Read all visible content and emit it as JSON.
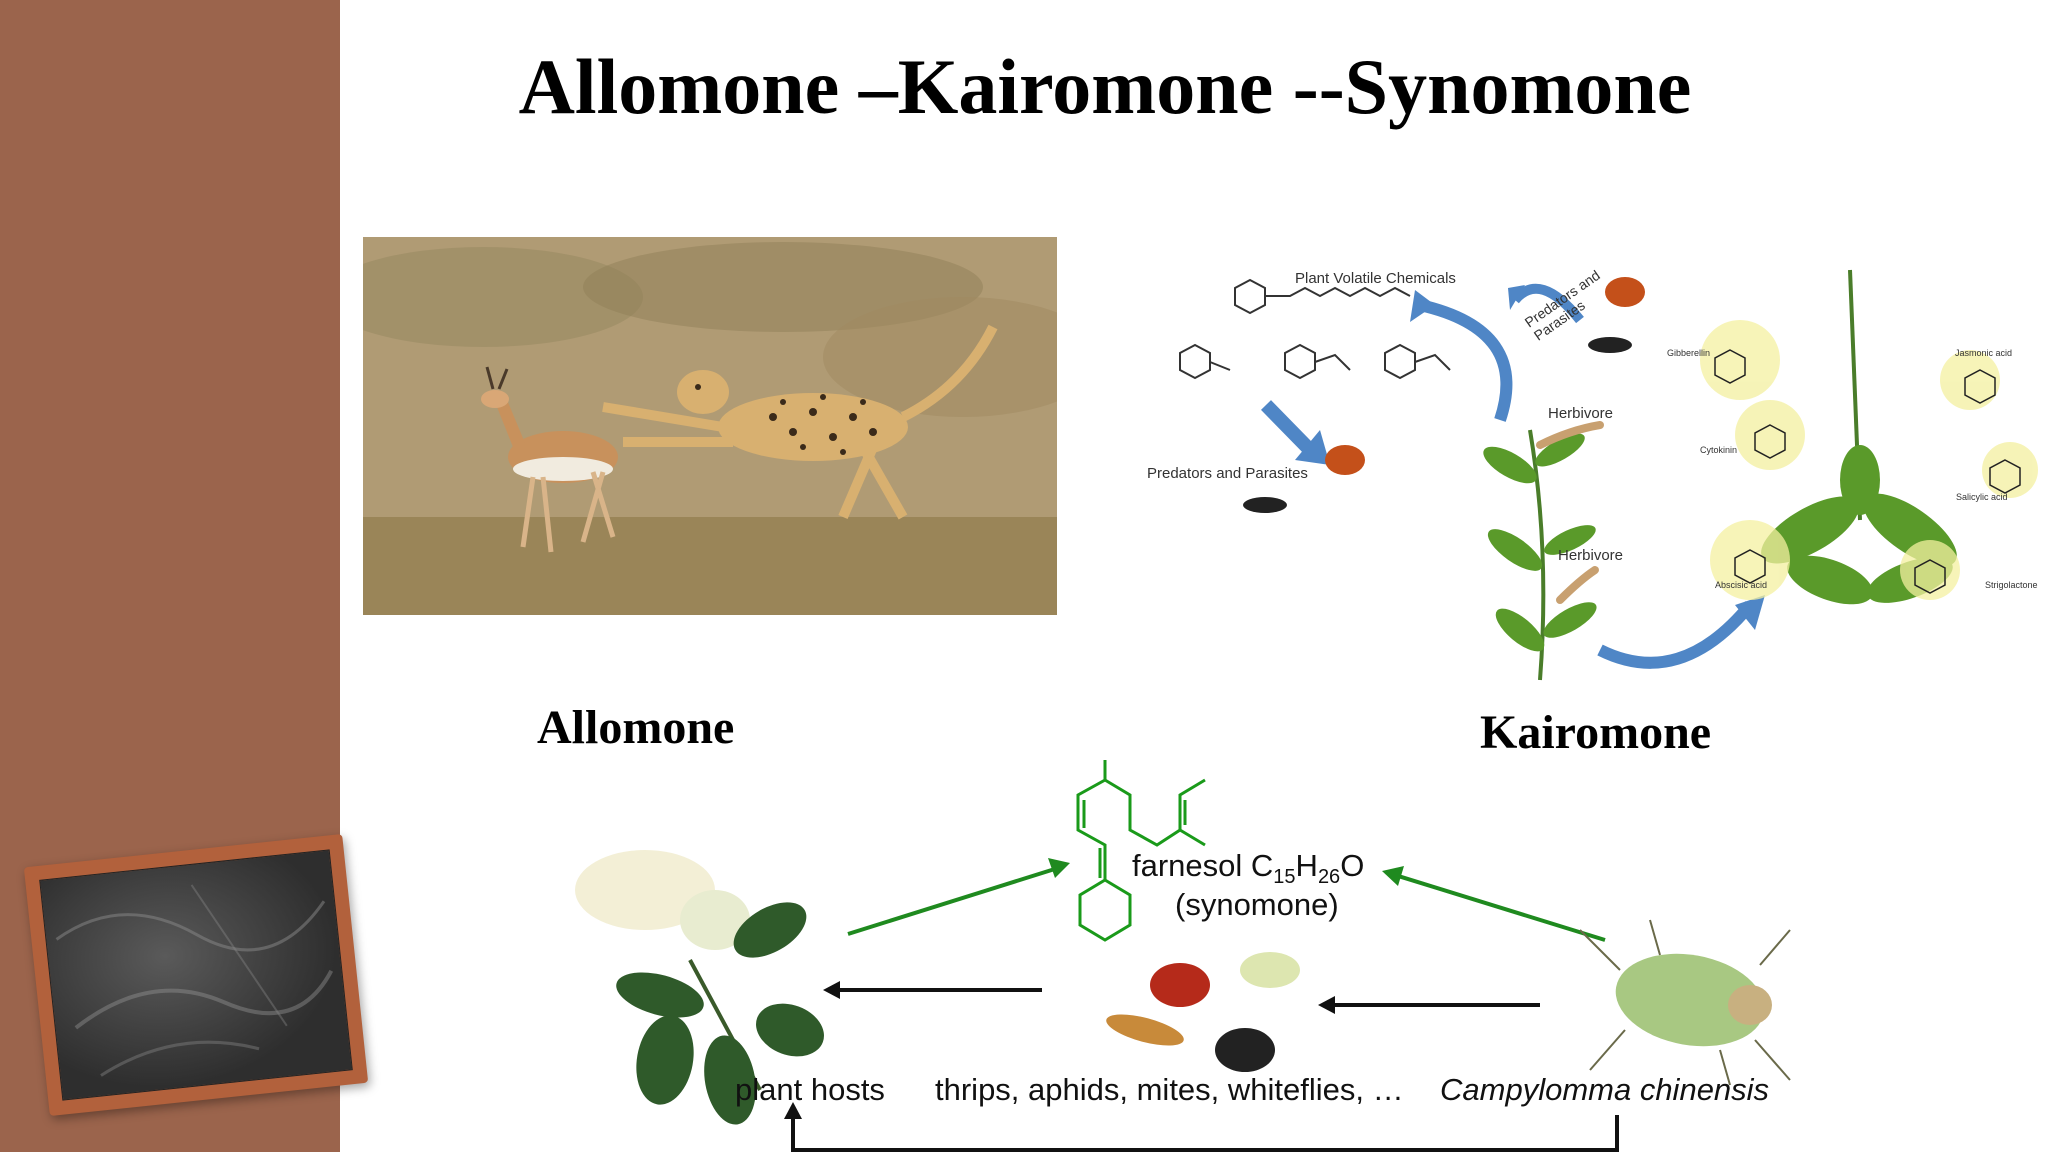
{
  "slide": {
    "title": "Allomone –Kairomone --Synomone"
  },
  "allomone": {
    "caption": "Allomone"
  },
  "kairomone": {
    "caption": "Kairomone",
    "diagram": {
      "plant_volatile": "Plant Volatile Chemicals",
      "predators_parasites_top": "Predators and Parasites",
      "predators_parasites_left": "Predators and Parasites",
      "herbivore_1": "Herbivore",
      "herbivore_2": "Herbivore",
      "hormones": {
        "gibberellin": "Gibberellin",
        "jasmonic": "Jasmonic acid",
        "cytokinin": "Cytokinin",
        "salicylic": "Salicylic acid",
        "abscisic": "Abscisic acid",
        "strigolactone": "Strigolactone"
      }
    }
  },
  "synomone": {
    "compound": "farnesol C",
    "sub1": "15",
    "h": "H",
    "sub2": "26",
    "o": "O",
    "type": "(synomone)",
    "plant_hosts": "plant hosts",
    "prey": "thrips, aphids, mites, whiteflies, …",
    "predator": "Campylomma chinensis"
  },
  "colors": {
    "sidebar": "#9b644c",
    "green_arrow": "#1f8a1f",
    "blue_arrow": "#4f86c6",
    "molecule": "#1a9a1a"
  }
}
